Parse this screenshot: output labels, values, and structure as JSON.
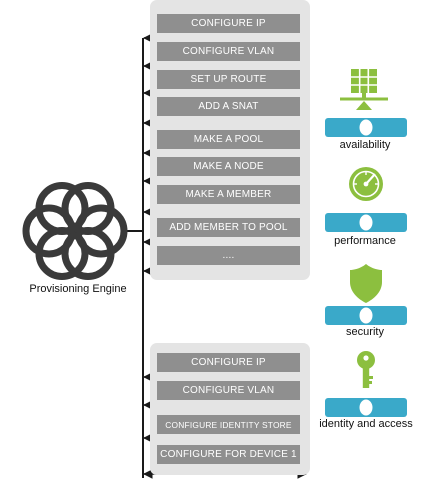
{
  "engine": {
    "label": "Provisioning Engine"
  },
  "colors": {
    "step": "#8f8f8f",
    "stack": "#e4e4e4",
    "line": "#1a1a1a",
    "icon_green": "#8cbf3f",
    "slider_blue": "#3aa9c9"
  },
  "workflow_top": {
    "steps": [
      "CONFIGURE  IP",
      "CONFIGURE VLAN",
      "SET UP ROUTE",
      "ADD A SNAT",
      "MAKE A POOL",
      "MAKE A NODE",
      "MAKE A MEMBER",
      "ADD MEMBER TO POOL",
      "...."
    ]
  },
  "workflow_bottom": {
    "steps": [
      "CONFIGURE  IP",
      "CONFIGURE VLAN",
      "CONFIGURE IDENTITY STORE",
      "CONFIGURE FOR DEVICE 1"
    ]
  },
  "services": [
    {
      "label": "availability",
      "icon": "network-device-icon"
    },
    {
      "label": "performance",
      "icon": "speedometer-icon"
    },
    {
      "label": "security",
      "icon": "shield-icon"
    },
    {
      "label": "identity and access",
      "icon": "key-icon"
    }
  ]
}
